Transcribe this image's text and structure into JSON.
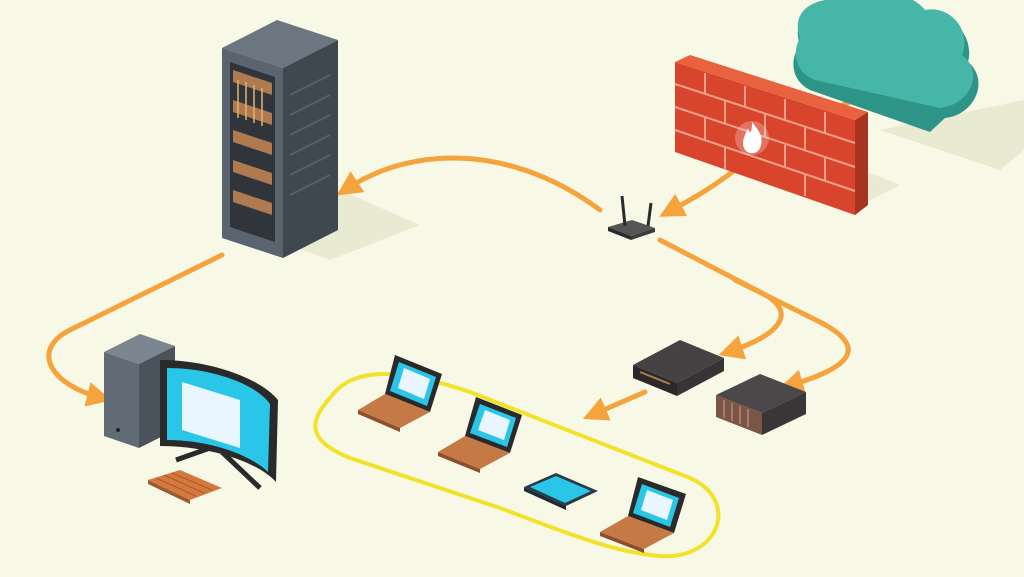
{
  "colors": {
    "background": "#f8f8e6",
    "connection": "#f5a33c",
    "wifi_group": "#f2e22a",
    "cloud": "#3fb0a3",
    "firewall": "#d9452c",
    "rack": "#505a63",
    "screen": "#29c6e8",
    "laptop_base": "#b06638",
    "appliance": "#3c3a3a"
  },
  "nodes": [
    {
      "name": "cloud",
      "icon": "cloud-icon"
    },
    {
      "name": "firewall",
      "icon": "brick-firewall-icon"
    },
    {
      "name": "router",
      "icon": "wifi-router-icon"
    },
    {
      "name": "server-rack",
      "icon": "server-rack-icon"
    },
    {
      "name": "desktop",
      "icon": "desktop-computer-icon"
    },
    {
      "name": "switch-1",
      "icon": "network-switch-icon"
    },
    {
      "name": "server-box",
      "icon": "server-box-icon"
    },
    {
      "name": "laptop-1",
      "icon": "laptop-icon"
    },
    {
      "name": "laptop-2",
      "icon": "laptop-icon"
    },
    {
      "name": "tablet",
      "icon": "tablet-icon"
    },
    {
      "name": "laptop-3",
      "icon": "laptop-icon"
    }
  ]
}
